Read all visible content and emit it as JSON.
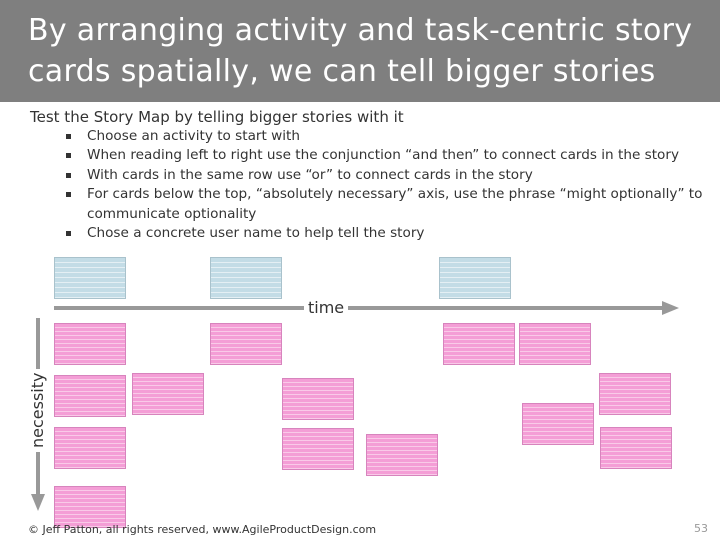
{
  "slide": {
    "title": "By arranging activity and task-centric story cards spatially, we can tell bigger stories",
    "intro": "Test the Story Map by telling bigger stories with it",
    "bullets": [
      "Choose an activity to start with",
      "When reading left to right use the conjunction “and then” to connect cards in the story",
      "With cards in the same row use “or” to connect cards in the story",
      "For cards below the top, “absolutely necessary” axis, use the phrase “might optionally” to communicate optionality",
      "Chose a concrete user name to help tell the story"
    ],
    "axis_time": "time",
    "axis_necessity": "necessity",
    "footer": "© Jeff Patton, all rights reserved, www.AgileProductDesign.com",
    "page_number": "53"
  },
  "colors": {
    "title_bar": "#7f7f7f",
    "activity_card": "#c3dce6",
    "task_card": "#f49ed6",
    "arrow": "#999999"
  }
}
